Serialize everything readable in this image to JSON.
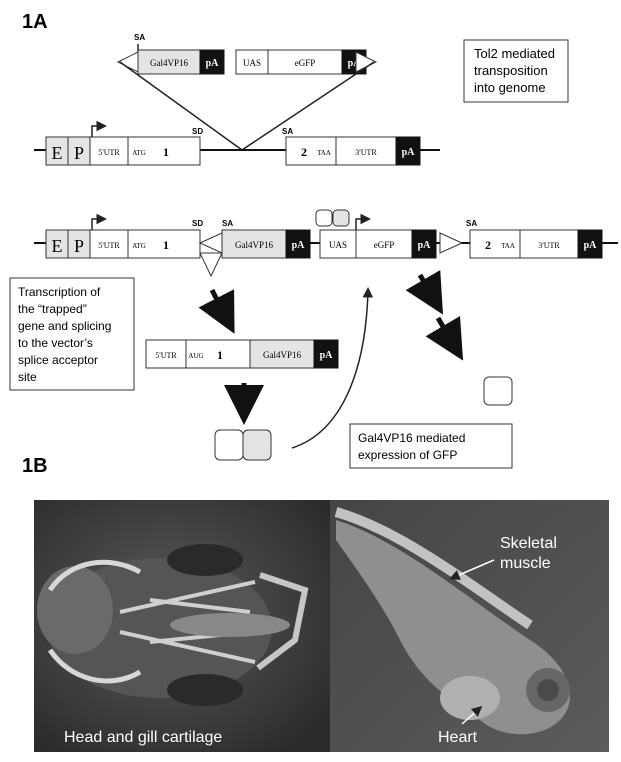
{
  "panel_a": {
    "label": "1A",
    "note_tol2": "Tol2 mediated transposition into genome",
    "note_tol2_lines": [
      "Tol2 mediated",
      "transposition",
      "into genome"
    ],
    "note_transcription_lines": [
      "Transcription of",
      "the “trapped”",
      "gene and splicing",
      "to the vector’s",
      "splice acceptor",
      "site"
    ],
    "note_gal4_lines": [
      "Gal4VP16 mediated",
      "expression of GFP"
    ],
    "labels": {
      "sa": "SA",
      "sd": "SD",
      "e": "E",
      "p": "P",
      "utr5": "5'UTR",
      "atg": "ATG",
      "aug": "AUG",
      "exon1": "1",
      "exon2": "2",
      "taa": "TAA",
      "utr3": "3'UTR",
      "pa": "pA",
      "gal4": "Gal4VP16",
      "uas": "UAS",
      "egfp": "eGFP"
    }
  },
  "panel_b": {
    "label": "1B",
    "left_caption": "Head and gill cartilage",
    "right_label_muscle_lines": [
      "Skeletal",
      "muscle"
    ],
    "right_label_heart": "Heart"
  }
}
